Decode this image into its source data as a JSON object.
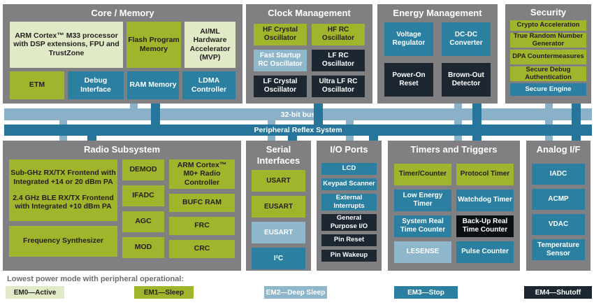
{
  "palette": {
    "gray": "#808083",
    "em0": "#e1eac7",
    "em1": "#a0b42c",
    "em2": "#8fb7cc",
    "em3": "#2b7fa0",
    "em4": "#1c2732",
    "em4_deep": "#0a0f14",
    "bus_light": "#8ab1c7",
    "bus_dark": "#27759a",
    "label_dark": "#6d6e71",
    "cell_text_dark": "#231f20"
  },
  "buses": {
    "bus32_label": "32-bit bus",
    "prs_label": "Peripheral Reflex System"
  },
  "legend": {
    "label": "Lowest power mode with peripheral operational:",
    "items": [
      {
        "label": "EM0—Active"
      },
      {
        "label": "EM1—Sleep"
      },
      {
        "label": "EM2—Deep Sleep"
      },
      {
        "label": "EM3—Stop"
      },
      {
        "label": "EM4—Shutoff"
      }
    ]
  },
  "blocks": {
    "core_memory": {
      "title": "Core / Memory",
      "cells": {
        "arm_m33": "ARM Cortex™ M33 processor with DSP extensions, FPU and TrustZone",
        "flash": "Flash Program Memory",
        "aiml": "AI/ML Hardware Accelerator (MVP)",
        "etm": "ETM",
        "debug": "Debug Interface",
        "ram": "RAM Memory",
        "ldma": "LDMA Controller"
      }
    },
    "clock_management": {
      "title": "Clock Management",
      "cells": {
        "hfxo": "HF Crystal Oscillator",
        "hfrco": "HF RC Oscillator",
        "fsrco": "Fast Startup RC Oscillator",
        "lfrco": "LF RC Oscillator",
        "lfxo": "LF Crystal Oscillator",
        "ulfrco": "Ultra LF RC Oscillator"
      }
    },
    "energy_management": {
      "title": "Energy Management",
      "cells": {
        "vreg": "Voltage Regulator",
        "dcdc": "DC-DC Converter",
        "por": "Power-On Reset",
        "bod": "Brown-Out Detector"
      }
    },
    "security": {
      "title": "Security",
      "cells": {
        "crypto": "Crypto Acceleration",
        "trng": "True Random Number Generator",
        "dpa": "DPA Countermeasures",
        "sda": "Secure Debug Authentication",
        "se": "Secure Engine"
      }
    },
    "radio_subsystem": {
      "title": "Radio Subsystem",
      "cells": {
        "frontend_subghz": "Sub-GHz RX/TX Frontend with Integrated +14 or 20 dBm PA",
        "frontend_24ghz": "2.4 GHz BLE RX/TX Frontend with Integrated +10 dBm PA",
        "synth": "Frequency Synthesizer",
        "demod": "DEMOD",
        "ifadc": "IFADC",
        "agc": "AGC",
        "mod": "MOD",
        "arm_m0": "ARM Cortex™ M0+ Radio Controller",
        "bufc": "BUFC RAM",
        "frc": "FRC",
        "crc": "CRC"
      }
    },
    "serial_interfaces": {
      "title": "Serial Interfaces",
      "cells": {
        "usart": "USART",
        "eusart1": "EUSART",
        "eusart2": "EUSART",
        "i2c": "I²C"
      }
    },
    "io_ports": {
      "title": "I/O Ports",
      "cells": {
        "lcd": "LCD",
        "keypad": "Keypad Scanner",
        "extint": "External Interrupts",
        "gpio": "General Purpose I/O",
        "pinreset": "Pin Reset",
        "pinwakeup": "Pin Wakeup"
      }
    },
    "timers_triggers": {
      "title": "Timers and Triggers",
      "cells": {
        "timer": "Timer/Counter",
        "protimer": "Protocol Timer",
        "letimer": "Low Energy Timer",
        "wdog": "Watchdog Timer",
        "sysrtc": "System Real Time Counter",
        "burtc": "Back-Up Real Time Counter",
        "lesense": "LESENSE",
        "pcnt": "Pulse Counter"
      }
    },
    "analog_if": {
      "title": "Analog I/F",
      "cells": {
        "iadc": "IADC",
        "acmp": "ACMP",
        "vdac": "VDAC",
        "temp": "Temperature Sensor"
      }
    }
  }
}
